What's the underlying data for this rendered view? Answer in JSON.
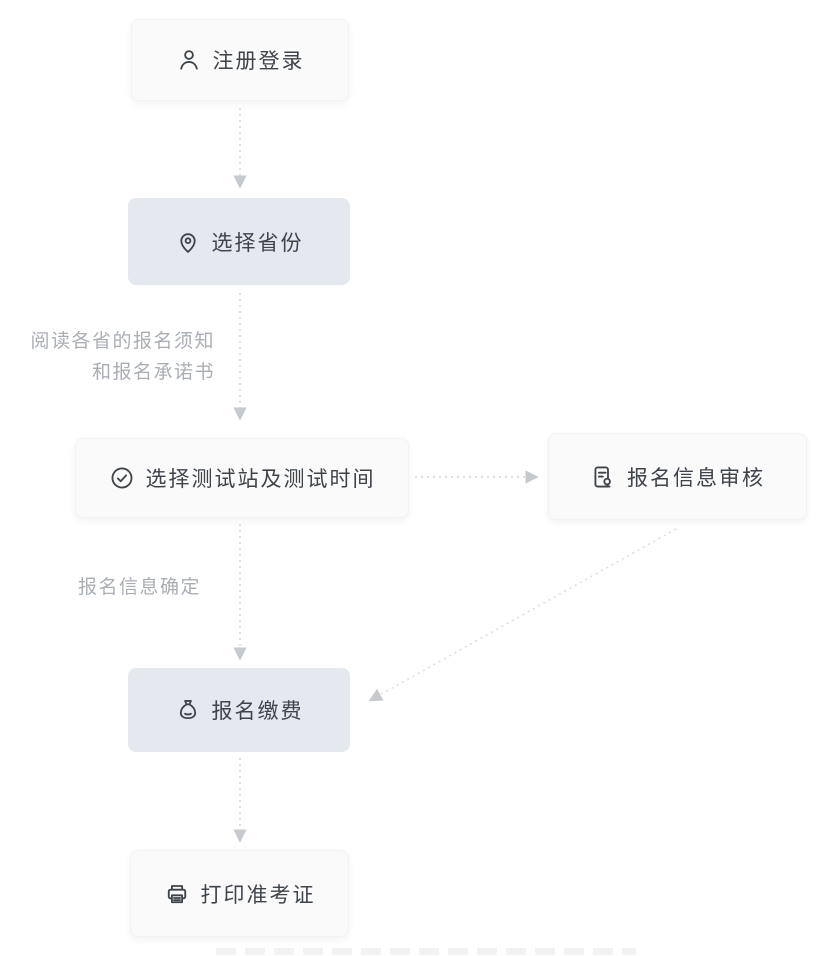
{
  "flow": {
    "nodes": [
      {
        "label": "注册登录",
        "icon": "user-icon",
        "highlighted": false
      },
      {
        "label": "选择省份",
        "icon": "location-pin-icon",
        "highlighted": true
      },
      {
        "label": "选择测试站及测试时间",
        "icon": "check-circle-icon",
        "highlighted": false
      },
      {
        "label": "报名信息审核",
        "icon": "document-review-icon",
        "highlighted": false
      },
      {
        "label": "报名缴费",
        "icon": "money-bag-icon",
        "highlighted": true
      },
      {
        "label": "打印准考证",
        "icon": "printer-icon",
        "highlighted": false
      }
    ],
    "annotations": {
      "read_notice": {
        "lines": [
          "阅读各省的报名须知",
          "和报名承诺书"
        ]
      },
      "info_confirmed": {
        "text": "报名信息确定"
      }
    },
    "colors": {
      "highlight_bg": "#e3e9ef",
      "node_bg": "#fafafa",
      "node_text": "#3f444b",
      "annotation_text": "#a9aeb5",
      "arrow": "#d2d5d9"
    }
  }
}
